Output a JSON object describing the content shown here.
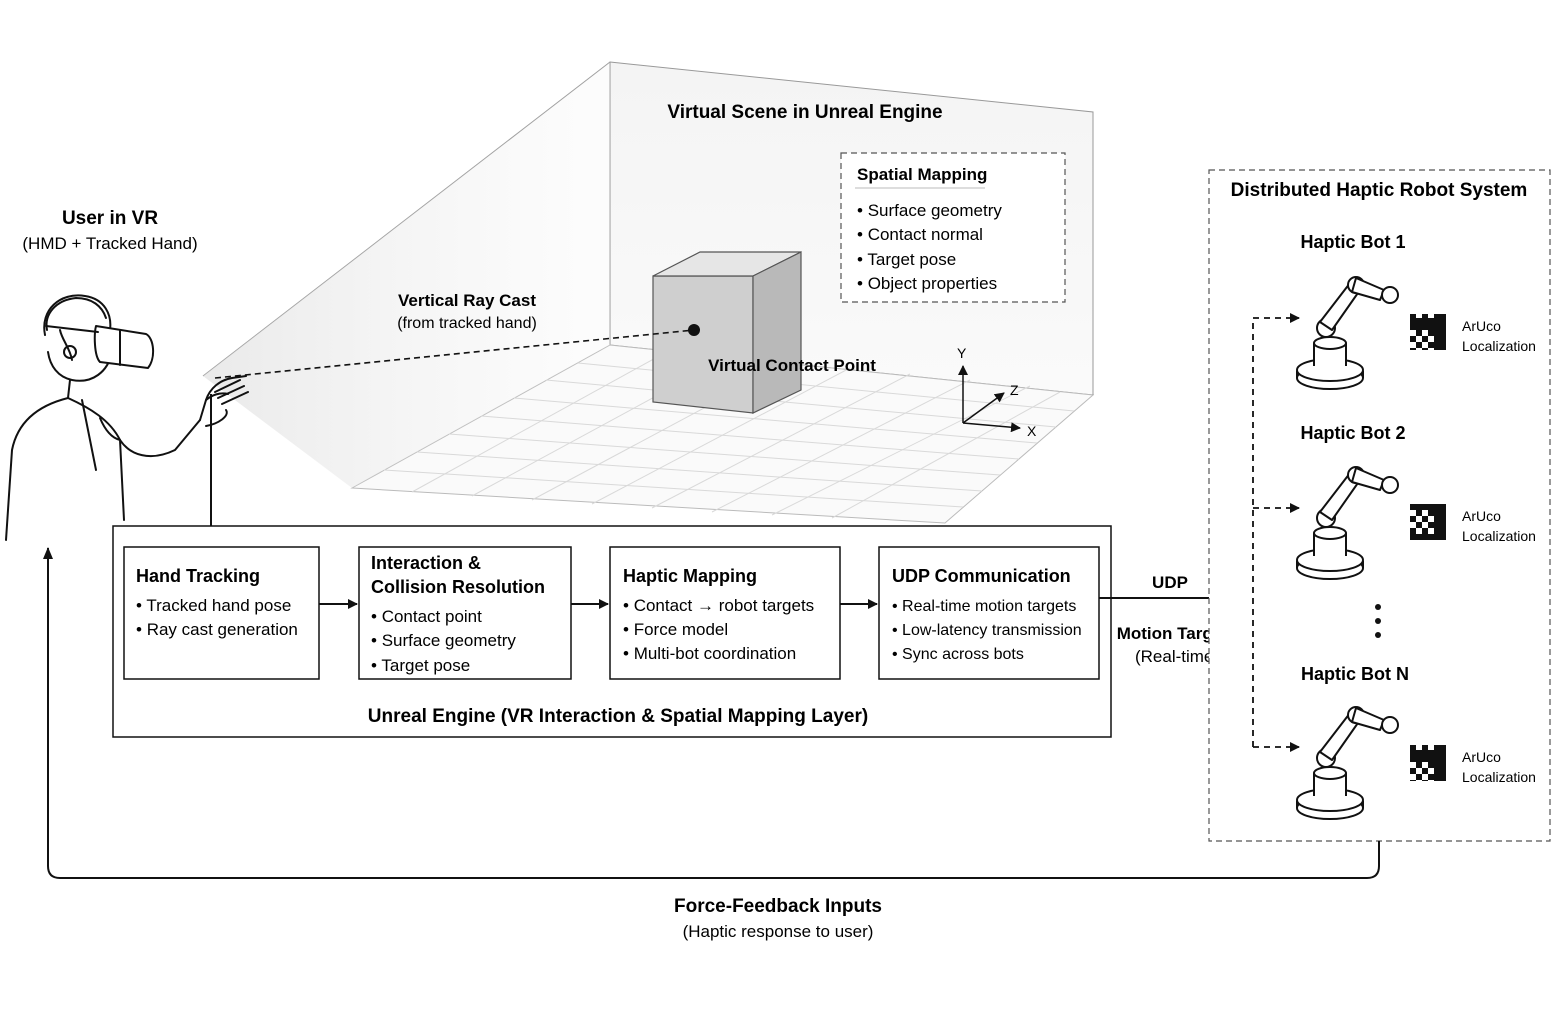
{
  "felhasznalo": {
    "cim": "User in VR",
    "alcim": "(HMD + Tracked Hand)"
  },
  "virtualis_jelenet": {
    "cim": "Virtual Scene in Unreal Engine",
    "sugar_cim": "Vertical Ray Cast",
    "sugar_alcim": "(from tracked hand)",
    "erintesi_pont": "Virtual Contact Point",
    "tengelyek": [
      "Y",
      "Z",
      "X"
    ],
    "terbeli_lekepezes": {
      "cim": "Spatial Mapping",
      "elemek": [
        "Surface geometry",
        "Contact normal",
        "Target pose",
        "Object properties"
      ]
    }
  },
  "motor_reteg": {
    "cim": "Unreal Engine (VR Interaction & Spatial Mapping Layer)",
    "blokkok": [
      {
        "cim1": "Hand Tracking",
        "cim2": "",
        "elemek": [
          "Tracked hand pose",
          "Ray cast generation"
        ]
      },
      {
        "cim1": "Interaction &",
        "cim2": "Collision Resolution",
        "elemek": [
          "Contact point",
          "Surface geometry",
          "Target pose"
        ]
      },
      {
        "cim1": "Haptic Mapping",
        "cim2": "",
        "elemek": [
          "Contact → robot targets",
          "Force model",
          "Multi-bot coordination"
        ]
      },
      {
        "cim1": "UDP Communication",
        "cim2": "",
        "elemek": [
          "Real-time motion targets",
          "Low-latency transmission",
          "Sync across bots"
        ]
      }
    ]
  },
  "kapcsolat": {
    "protokoll": "UDP",
    "cim": "Motion Targets",
    "alcim": "(Real-time)"
  },
  "robot_rendszer": {
    "cim": "Distributed Haptic Robot System",
    "robotok": [
      {
        "nev": "Haptic Bot 1",
        "aruco1": "ArUco",
        "aruco2": "Localization"
      },
      {
        "nev": "Haptic Bot 2",
        "aruco1": "ArUco",
        "aruco2": "Localization"
      },
      {
        "nev": "Haptic Bot N",
        "aruco1": "ArUco",
        "aruco2": "Localization"
      }
    ]
  },
  "visszacsatolas": {
    "cim": "Force-Feedback Inputs",
    "alcim": "(Haptic response to user)"
  }
}
